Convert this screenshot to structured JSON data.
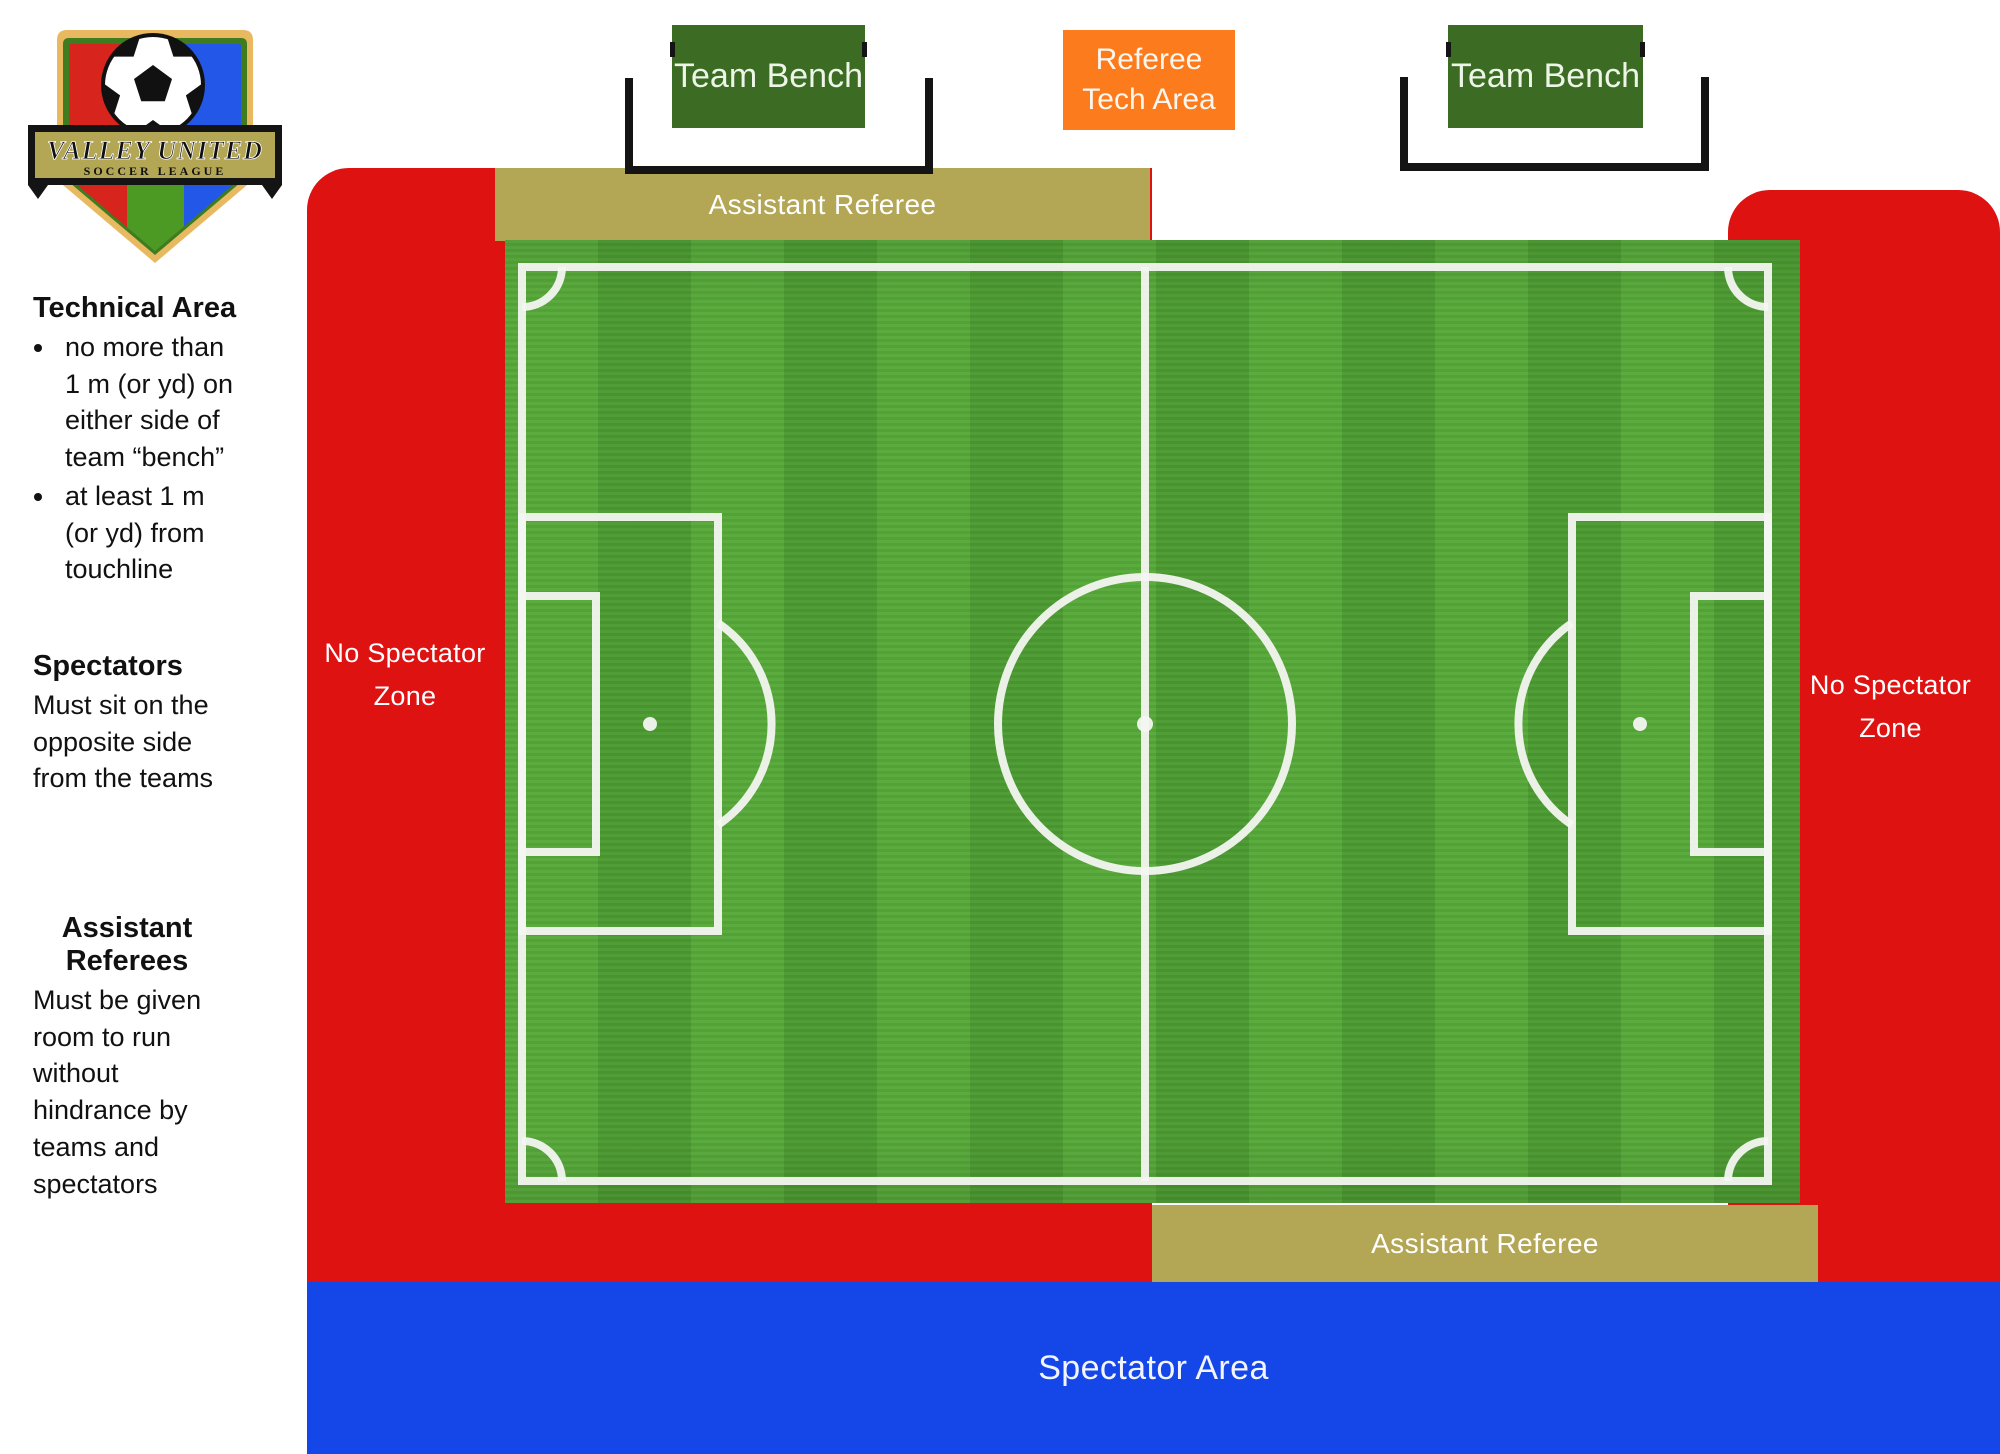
{
  "colors": {
    "red": "#DF1212",
    "blue": "#1547E8",
    "olive": "#B3A654",
    "orange": "#FB7B1D",
    "bench-green": "#3C6B24",
    "grass-light": "#56A839",
    "grass-dark": "#4B9A31",
    "line-white": "#F4F6F1"
  },
  "logo": {
    "title": "VALLEY UNITED",
    "subtitle": "SOCCER LEAGUE"
  },
  "sidebar": {
    "technical": {
      "heading": "Technical Area",
      "bullets": [
        "no more than 1 m (or yd) on either side of team “bench”",
        "at least 1 m (or yd) from touchline"
      ]
    },
    "spectators": {
      "heading": "Spectators",
      "body": "Must sit on the opposite side from the teams"
    },
    "assistant": {
      "heading": "Assistant Referees",
      "body": "Must be given room to run without hindrance by teams and spectators"
    }
  },
  "pitch": {
    "bench_left": "Team Bench",
    "bench_right": "Team Bench",
    "referee_tech": "Referee Tech Area",
    "assistant_top": "Assistant Referee",
    "assistant_bottom": "Assistant Referee",
    "no_spectator_left": "No Spectator Zone",
    "no_spectator_right": "No Spectator Zone",
    "spectator_area": "Spectator Area"
  }
}
